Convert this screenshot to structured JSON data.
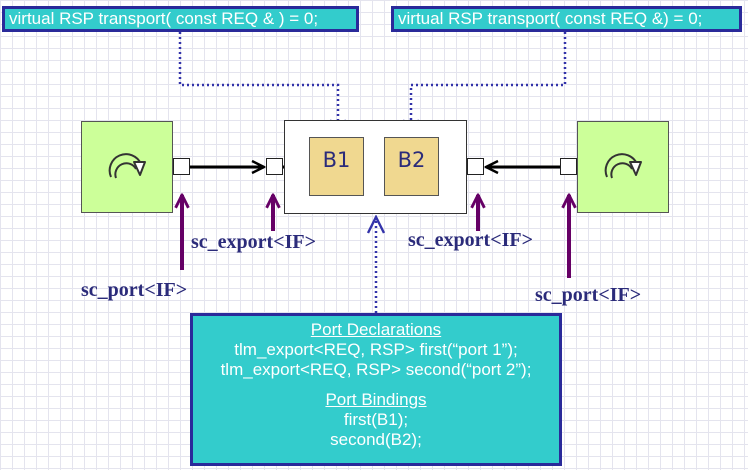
{
  "callouts": {
    "left": "virtual RSP transport( const REQ & ) = 0;",
    "right": "virtual RSP transport( const REQ &) = 0;"
  },
  "blocks": {
    "b1": "B1",
    "b2": "B2"
  },
  "labels": {
    "sc_export_left": "sc_export<IF>",
    "sc_export_right": "sc_export<IF>",
    "sc_port_left": "sc_port<IF>",
    "sc_port_right": "sc_port<IF>"
  },
  "declarations": {
    "heading": "Port Declarations",
    "lines": [
      "tlm_export<REQ, RSP> first(“port 1”);",
      "tlm_export<REQ, RSP> second(“port 2”);"
    ]
  },
  "bindings": {
    "heading": "Port Bindings",
    "lines": [
      "first(B1);",
      "second(B2);"
    ]
  },
  "colors": {
    "callout_fill": "#33cccc",
    "callout_border": "#2a2a9a",
    "module_fill": "#ccff99",
    "block_fill": "#f0d890",
    "label_text": "#2b2b7a",
    "pointer_arrow": "#660066",
    "dotted_line": "#3333aa"
  },
  "icons": {
    "module_left": "process-arrow-icon",
    "module_right": "process-arrow-icon"
  }
}
